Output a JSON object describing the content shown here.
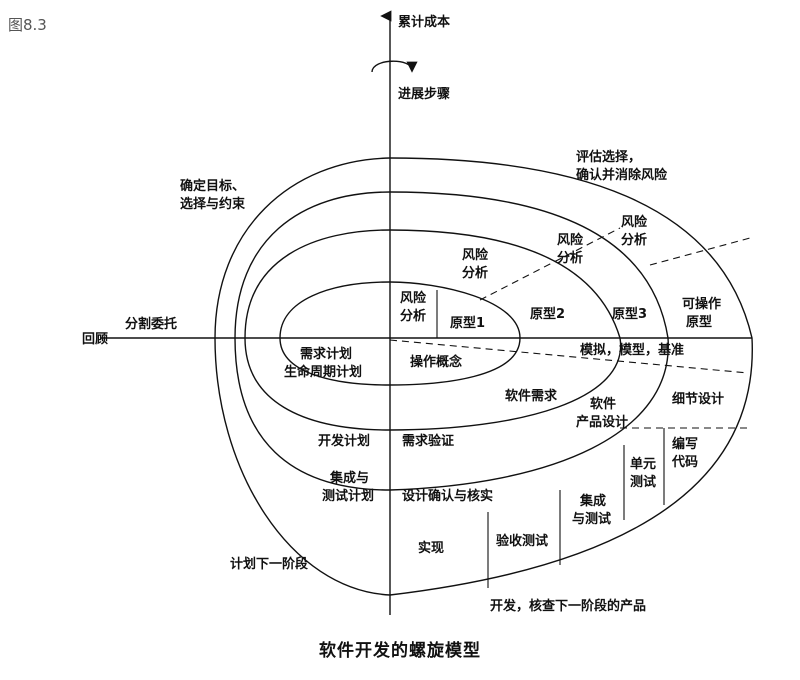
{
  "figure_label": "图8.3",
  "caption": "软件开发的螺旋模型",
  "axes": {
    "vertical_top": "累计成本",
    "progress": "进展步骤",
    "horizontal_left": "回顾"
  },
  "quadrant_labels": {
    "top_left": [
      "确定目标、",
      "选择与约束"
    ],
    "top_right": [
      "评估选择，",
      "确认并消除风险"
    ],
    "bottom_left": "计划下一阶段",
    "bottom_right": "开发，核查下一阶段的产品"
  },
  "partition_label": "分割委托",
  "risk_analysis": [
    [
      "风险",
      "分析"
    ],
    [
      "风险",
      "分析"
    ],
    [
      "风险",
      "分析"
    ],
    [
      "风险",
      "分析"
    ]
  ],
  "prototypes": [
    "原型1",
    "原型2",
    "原型3"
  ],
  "operational_prototype": [
    "可操作",
    "原型"
  ],
  "simulation_label": "模拟，模型，基准",
  "plans": {
    "requirements_plan": [
      "需求计划",
      "生命周期计划"
    ],
    "dev_plan": "开发计划",
    "integration_test_plan": [
      "集成与",
      "测试计划"
    ]
  },
  "development": {
    "operation_concept": "操作概念",
    "software_requirements": "软件需求",
    "requirements_validation": "需求验证",
    "product_design": [
      "软件",
      "产品设计"
    ],
    "design_validation": "设计确认与核实",
    "detailed_design": "细节设计",
    "code": [
      "编写",
      "代码"
    ],
    "unit_test": [
      "单元",
      "测试"
    ],
    "integration_test": [
      "集成",
      "与测试"
    ],
    "acceptance_test": "验收测试",
    "implementation": "实现"
  }
}
